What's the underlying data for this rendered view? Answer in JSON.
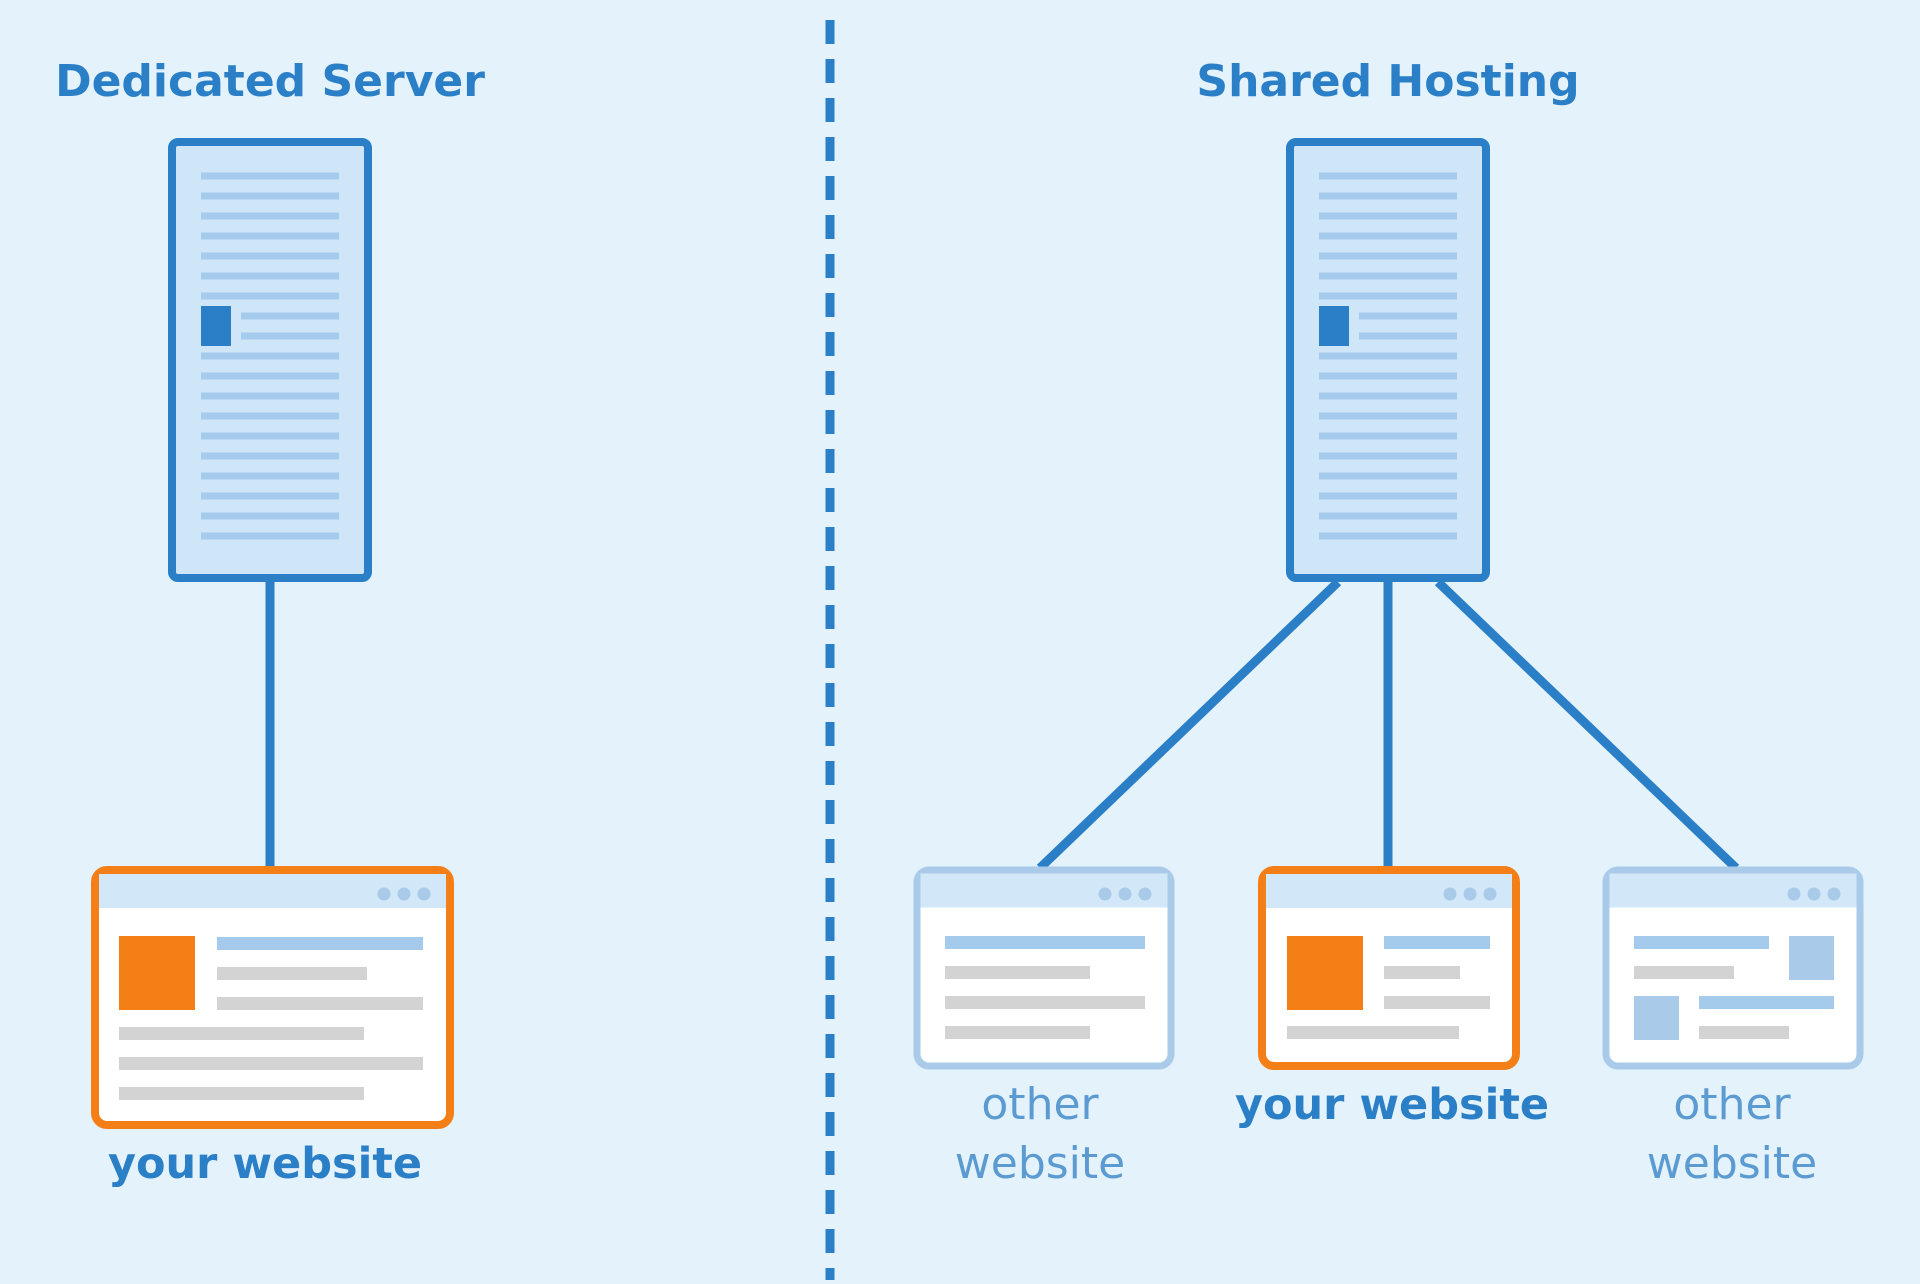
{
  "colors": {
    "background": "#e4f2fc",
    "primary_blue": "#2a7fc7",
    "server_fill": "#cfe5f8",
    "server_lines": "#a4cbec",
    "accent_orange": "#f57f17",
    "light_frame": "#a9cbe9",
    "gray_bar": "#d3d3d3",
    "white": "#ffffff",
    "muted_text": "#5b9bd2"
  },
  "left_panel": {
    "title": "Dedicated Server",
    "site_label": "your website"
  },
  "right_panel": {
    "title": "Shared Hosting",
    "sites": [
      {
        "label_line1": "other",
        "label_line2": "website",
        "owner": "other"
      },
      {
        "label_line1": "your website",
        "label_line2": "",
        "owner": "yours"
      },
      {
        "label_line1": "other",
        "label_line2": "website",
        "owner": "other"
      }
    ]
  },
  "icons": {
    "server": "server-rack-icon",
    "browser": "browser-window-icon"
  }
}
